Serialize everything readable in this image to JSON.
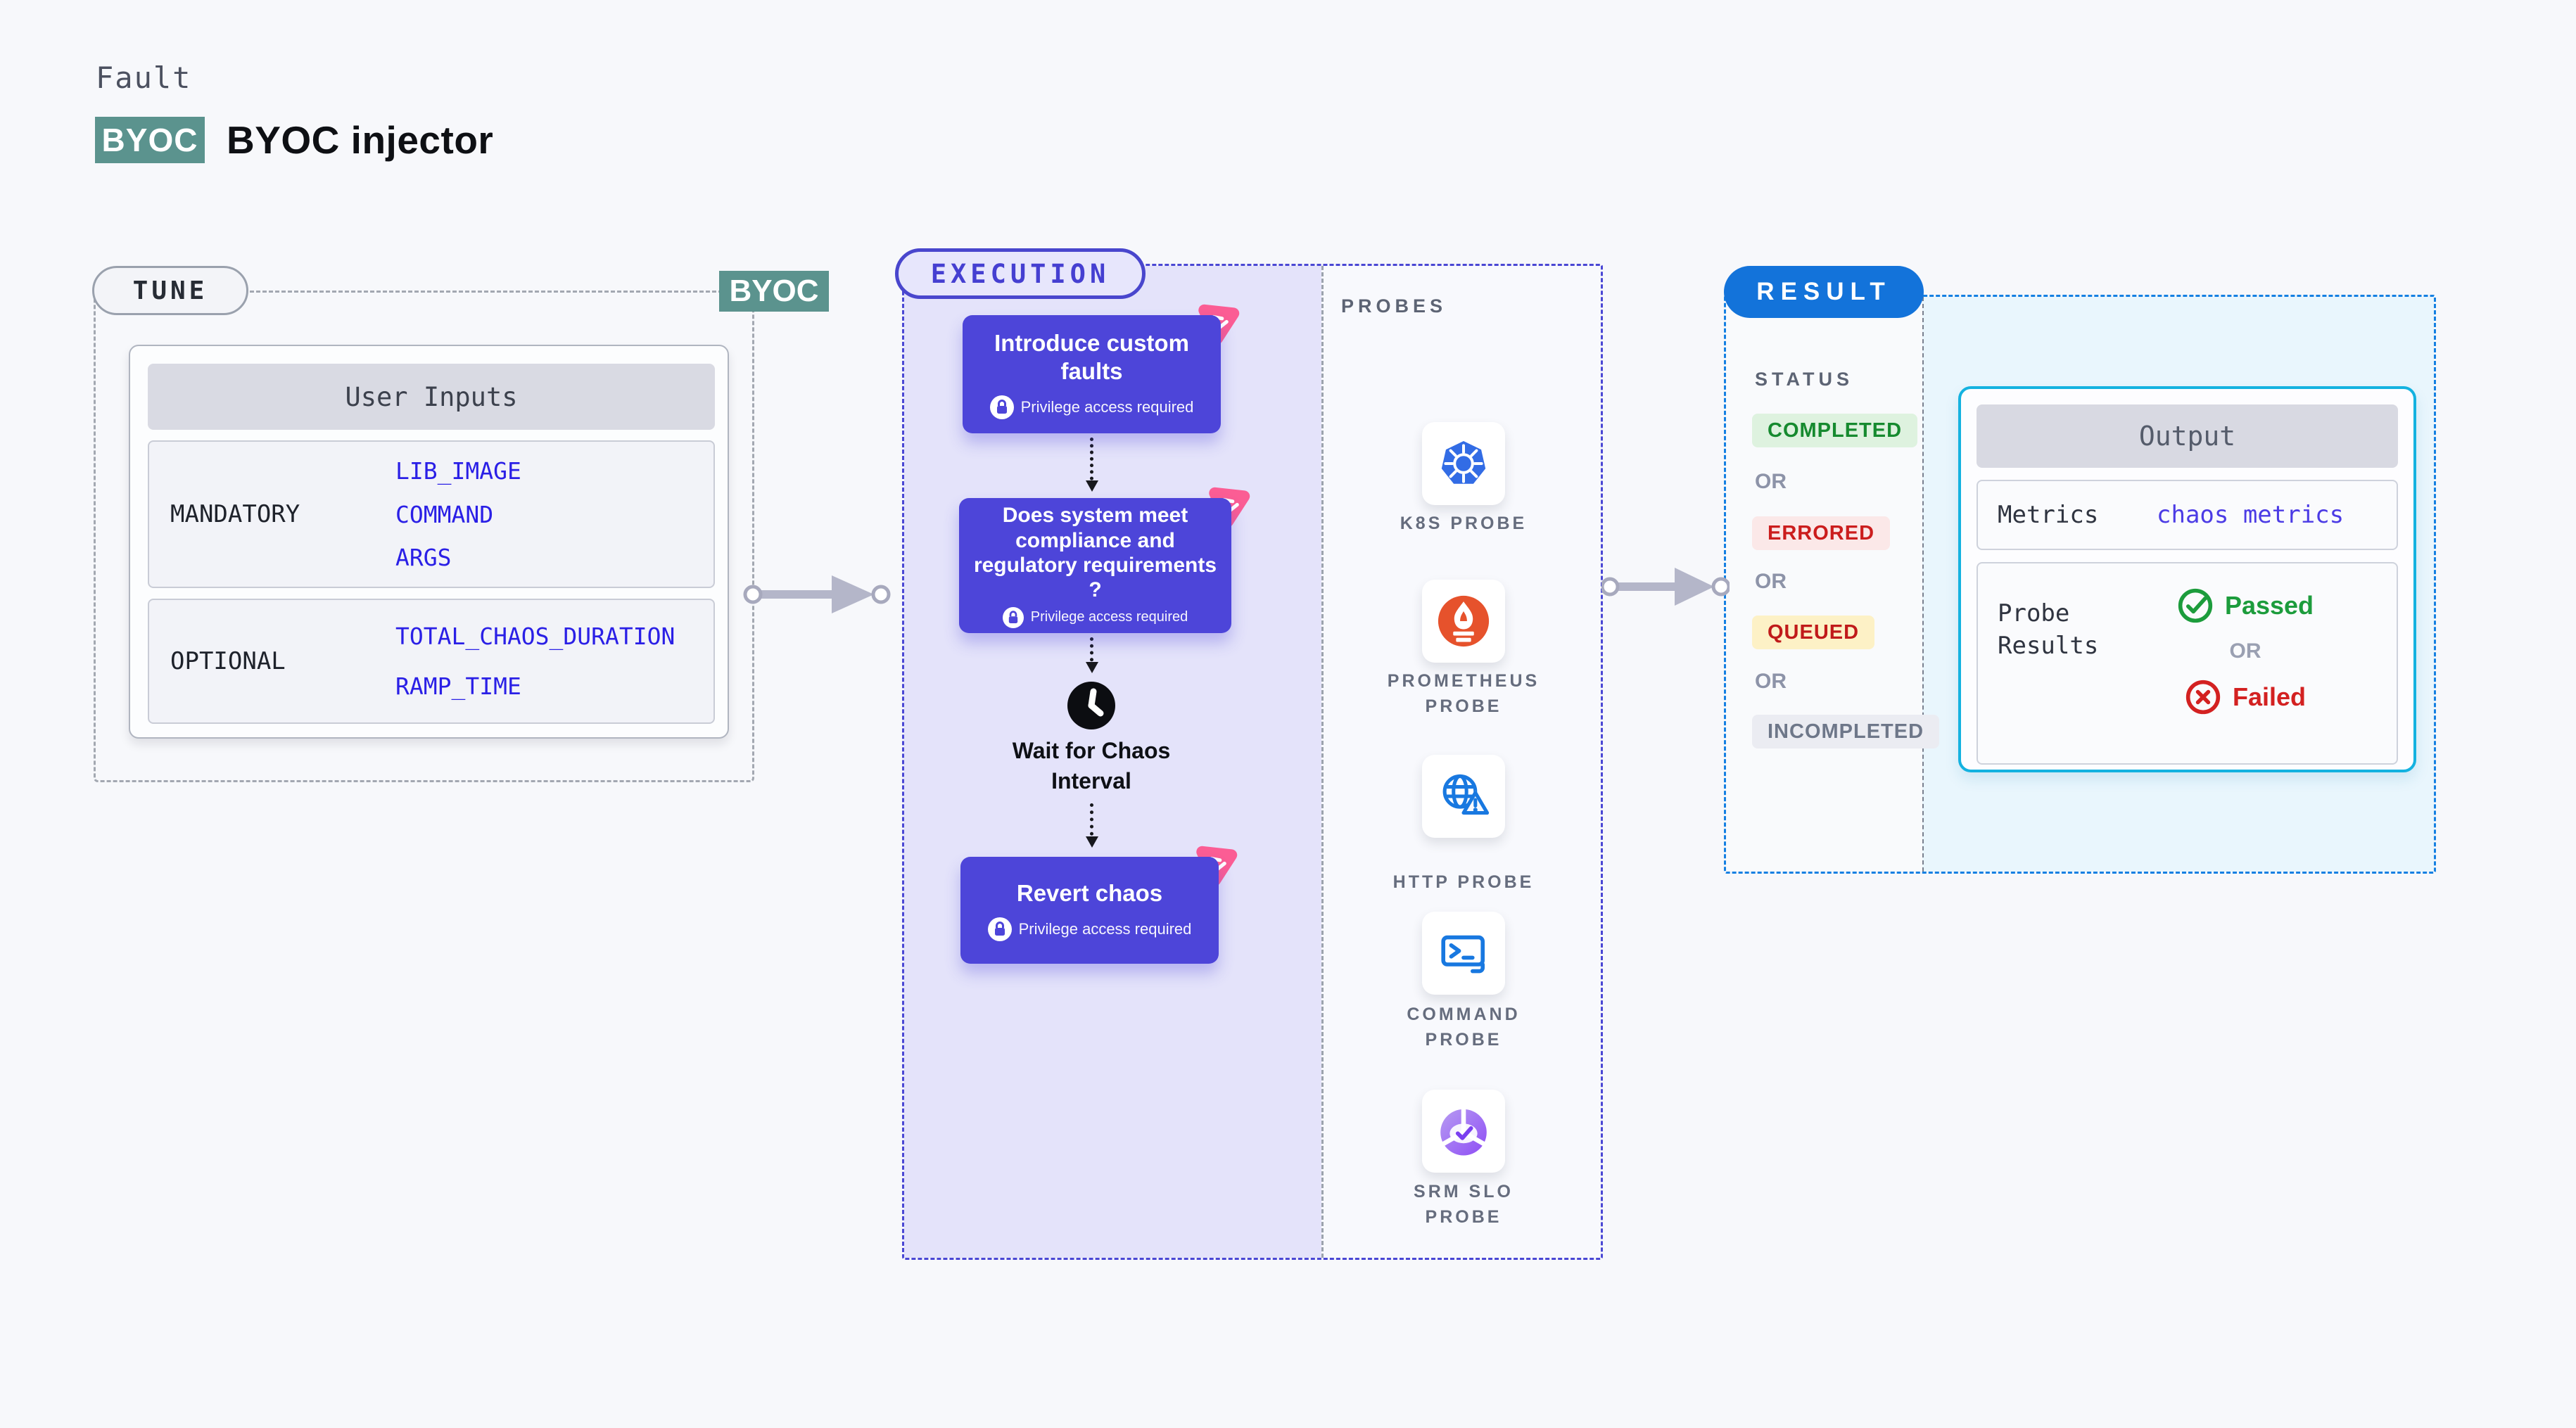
{
  "header": {
    "eyebrow": "Fault",
    "badge": "BYOC",
    "title": "BYOC injector"
  },
  "tune": {
    "label": "TUNE",
    "corner_badge": "BYOC",
    "table": {
      "header": "User Inputs",
      "rows": [
        {
          "label": "MANDATORY",
          "params": [
            "LIB_IMAGE",
            "COMMAND",
            "ARGS"
          ]
        },
        {
          "label": "OPTIONAL",
          "params": [
            "TOTAL_CHAOS_DURATION",
            "RAMP_TIME"
          ]
        }
      ]
    }
  },
  "execution": {
    "label": "EXECUTION",
    "nodes": [
      {
        "title": "Introduce custom faults",
        "note": "Privilege access required",
        "icon": "lock-icon",
        "corner_icon": "chaos-spark-icon"
      },
      {
        "title": "Does system meet compliance and regulatory requirements ?",
        "note": "Privilege access required",
        "icon": "lock-icon",
        "corner_icon": "chaos-spark-icon"
      },
      {
        "title": "Revert chaos",
        "note": "Privilege access required",
        "icon": "lock-icon",
        "corner_icon": "chaos-spark-icon"
      }
    ],
    "wait": {
      "label": "Wait for Chaos Interval",
      "icon": "clock-icon"
    }
  },
  "probes": {
    "label": "PROBES",
    "items": [
      {
        "name": "K8S PROBE",
        "icon": "kubernetes-icon"
      },
      {
        "name": "PROMETHEUS PROBE",
        "icon": "prometheus-icon"
      },
      {
        "name": "HTTP PROBE",
        "icon": "globe-warning-icon"
      },
      {
        "name": "COMMAND PROBE",
        "icon": "terminal-icon"
      },
      {
        "name": "SRM SLO PROBE",
        "icon": "slo-pie-icon"
      }
    ]
  },
  "result": {
    "label": "RESULT",
    "status": {
      "heading": "STATUS",
      "or": "OR",
      "badges": [
        {
          "text": "COMPLETED",
          "type": "completed"
        },
        {
          "text": "ERRORED",
          "type": "errored"
        },
        {
          "text": "QUEUED",
          "type": "queued"
        },
        {
          "text": "INCOMPLETED",
          "type": "incompleted"
        }
      ]
    },
    "output": {
      "header": "Output",
      "metrics_label": "Metrics",
      "metrics_value": "chaos metrics",
      "probe_results_label": "Probe Results",
      "passed": "Passed",
      "or": "OR",
      "failed": "Failed"
    }
  },
  "colors": {
    "page_bg": "#f7f8fb",
    "teal_badge": "#5b938e",
    "node_purple": "#4d45d9",
    "execution_border": "#4a47d4",
    "execution_fill": "#e4e3fa",
    "probes_fill": "#f8f9fd",
    "tune_border": "#a3a8b1",
    "result_border": "#1580e2",
    "result_pill": "#1373da",
    "status_fill": "#f9fafc",
    "output_area_fill": "#e9f6fd",
    "output_border": "#14b2e0",
    "param_blue": "#2a1fe6",
    "metrics_blue": "#4b3be5",
    "passed_green": "#1c9c3c",
    "failed_red": "#d32121",
    "completed_green": "#168a2f",
    "errored_red": "#cb1d1d",
    "queued_red": "#c01a1a",
    "incompleted_gray": "#6e7789",
    "chaos_pink": "#fb5d94",
    "arrow_gray": "#b4b6c9",
    "kubernetes_blue": "#326ce5",
    "prometheus_orange": "#e6522c",
    "probe_icon_blue": "#1878e0",
    "srm_purple": "#8e4df5"
  }
}
